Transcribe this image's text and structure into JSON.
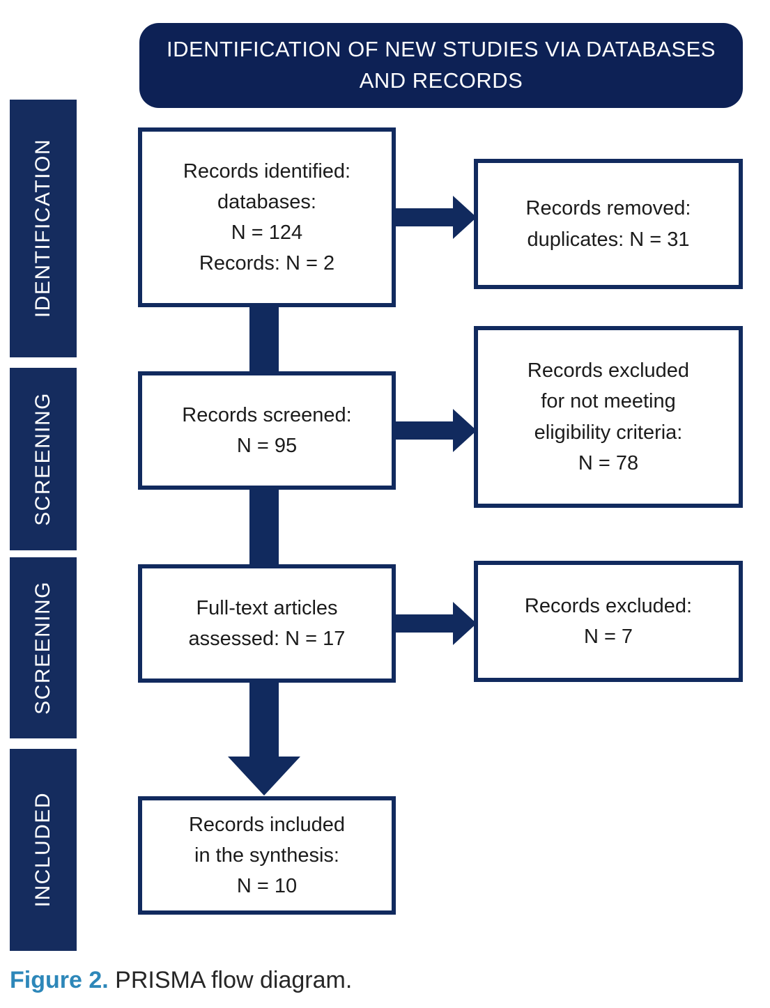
{
  "title": "IDENTIFICATION OF NEW STUDIES VIA DATABASES\nAND RECORDS",
  "sidebar": {
    "stages": [
      {
        "label": "IDENTIFICATION"
      },
      {
        "label": "SCREENING"
      },
      {
        "label": "SCREENING"
      },
      {
        "label": "INCLUDED"
      }
    ]
  },
  "flow": {
    "main_boxes": [
      {
        "text": "Records identified:\ndatabases:\nN = 124\nRecords: N = 2"
      },
      {
        "text": "Records screened:\nN = 95"
      },
      {
        "text": "Full-text articles\nassessed: N = 17"
      },
      {
        "text": "Records included\nin the synthesis:\nN = 10"
      }
    ],
    "side_boxes": [
      {
        "text": "Records removed:\nduplicates: N = 31"
      },
      {
        "text": "Records excluded\nfor not meeting\neligibility criteria:\nN = 78"
      },
      {
        "text": "Records excluded:\nN = 7"
      }
    ]
  },
  "caption": {
    "label": "Figure 2.",
    "text": " PRISMA flow diagram."
  },
  "colors": {
    "title_bg": "#0d2155",
    "sidebar_bg": "#152c5e",
    "line": "#112a5e",
    "caption_accent": "#2d87b9",
    "text": "#1b1b1b"
  }
}
